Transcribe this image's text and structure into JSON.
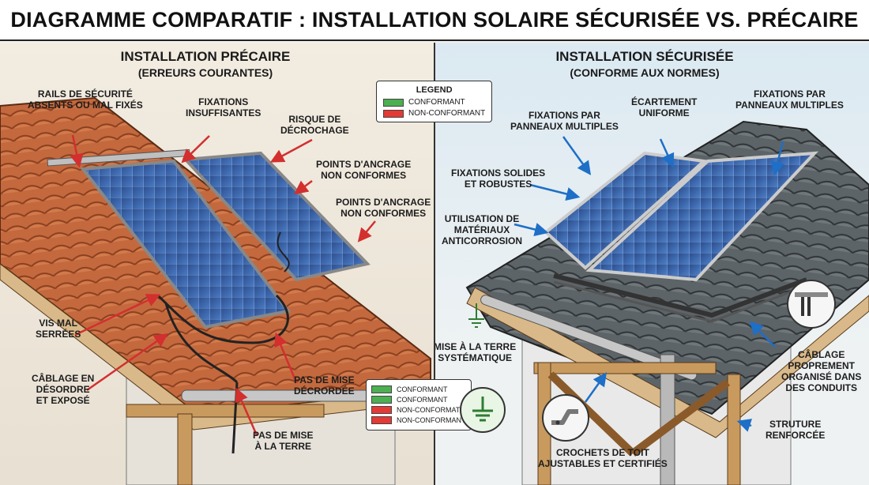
{
  "title": "DIAGRAMME COMPARATIF : INSTALLATION SOLAIRE SÉCURISÉE VS. PRÉCAIRE",
  "colors": {
    "conforming": "#4caf50",
    "nonconforming": "#e53935",
    "red_arrow": "#d32f2f",
    "blue_arrow": "#1e6fc7"
  },
  "left": {
    "header": "INSTALLATION PRÉCAIRE",
    "subheader": "(ERREURS COURANTES)",
    "annotations": {
      "rails": [
        "RAILS DE SÉCURITÉ",
        "ABSENTS OU MAL FIXÉS"
      ],
      "fixations": [
        "FIXATIONS",
        "INSUFFISANTES"
      ],
      "risque": [
        "RISQUE DE",
        "DÉCROCHAGE"
      ],
      "ancrage1": [
        "POINTS D'ANCRAGE",
        "NON CONFORMES"
      ],
      "ancrage2": [
        "POINTS D'ANCRAGE",
        "NON CONFORMES"
      ],
      "vis": [
        "VIS MAL",
        "SERRÉES"
      ],
      "cablage": [
        "CÂBLAGE EN",
        "DÉSORDRE",
        "ET EXPOSÉ"
      ],
      "mise_decordee": [
        "PAS DE MISE",
        "DÉCRORDÉE"
      ],
      "mise_terre": [
        "PAS DE MISE",
        "À LA TERRE"
      ]
    }
  },
  "right": {
    "header": "INSTALLATION SÉCURISÉE",
    "subheader": "(CONFORME AUX NORMES)",
    "annotations": {
      "fix_multi_left": [
        "FIXATIONS PAR",
        "PANNEAUX MULTIPLES"
      ],
      "ecartement": [
        "ÉCARTEMENT",
        "UNIFORME"
      ],
      "fix_multi_right": [
        "FIXATIONS PAR",
        "PANNEAUX MULTIPLES"
      ],
      "solides": [
        "FIXATIONS SOLIDES",
        "ET ROBUSTES"
      ],
      "materiaux": [
        "UTILISATION DE",
        "MATÉRIAUX",
        "ANTICORROSION"
      ],
      "terre": [
        "MISE À LA TERRE",
        "SYSTÉMATIQUE"
      ],
      "cablage": [
        "CÂBLAGE",
        "PROPREMENT",
        "ORGANISÉ DANS",
        "DES CONDUITS"
      ],
      "structure": [
        "STRUTURE",
        "RENFORCÉE"
      ],
      "crochets": [
        "CROCHETS DE TOIT",
        "AJUSTABLES ET CERTIFIÉS"
      ]
    }
  },
  "legend_top": {
    "title": "LEGEND",
    "items": [
      {
        "label": "CONFORMANT",
        "color": "#4caf50"
      },
      {
        "label": "NON-CONFORMANT",
        "color": "#e53935"
      }
    ]
  },
  "legend_bottom": {
    "items": [
      {
        "label": "CONFORMANT",
        "color": "#4caf50"
      },
      {
        "label": "CONFORMANT",
        "color": "#4caf50"
      },
      {
        "label": "NON-CONFORMAT",
        "color": "#e53935"
      },
      {
        "label": "NON-CONFORMANT",
        "color": "#e53935"
      }
    ]
  }
}
